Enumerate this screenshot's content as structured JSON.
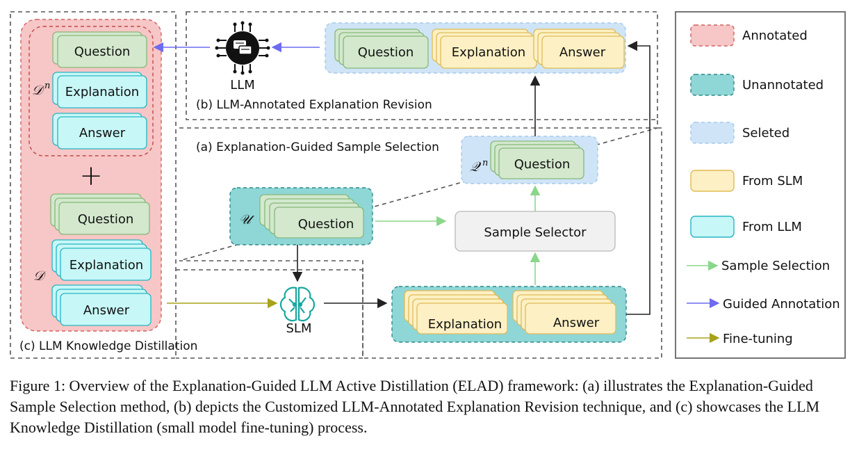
{
  "sections": {
    "a": "(a) Explanation-Guided Sample Selection",
    "b": "(b)  LLM-Annotated Explanation Revision",
    "c": "(c) LLM Knowledge Distillation"
  },
  "cards": {
    "question": "Question",
    "explanation": "Explanation",
    "answer": "Answer"
  },
  "symbols": {
    "dn": "𝒟",
    "dn_sup": "n",
    "d": "𝒟",
    "qn": "𝒬",
    "qn_sup": "n",
    "u": "𝒰",
    "plus": "+"
  },
  "nodes": {
    "llm": "LLM",
    "slm": "SLM",
    "sample_selector": "Sample Selector"
  },
  "legend": [
    {
      "label": "Annotated",
      "color": "#f7c6c6",
      "border": "#d06060"
    },
    {
      "label": "Unannotated",
      "color": "#8fd6d6",
      "border": "#2a8a8a"
    },
    {
      "label": "Seleted",
      "color": "#cfe4f7",
      "border": "#a7c8ea"
    },
    {
      "label": "From SLM",
      "color": "#fdf0c4",
      "border": "#e0bb55"
    },
    {
      "label": "From LLM",
      "color": "#c8f7f7",
      "border": "#25b6c4"
    },
    {
      "label": "Sample Selection",
      "color": "#8ad68a"
    },
    {
      "label": "Guided Annotation",
      "color": "#6d6bf0"
    },
    {
      "label": "Fine-tuning",
      "color": "#a8a21a"
    }
  ],
  "caption": "Figure 1: Overview of the Explanation-Guided LLM Active Distillation (ELAD) framework: (a) illustrates the Explanation-Guided Sample Selection method, (b) depicts the Customized LLM-Annotated Explanation Revision technique, and (c) showcases the LLM Knowledge Distillation (small model fine-tuning) process."
}
